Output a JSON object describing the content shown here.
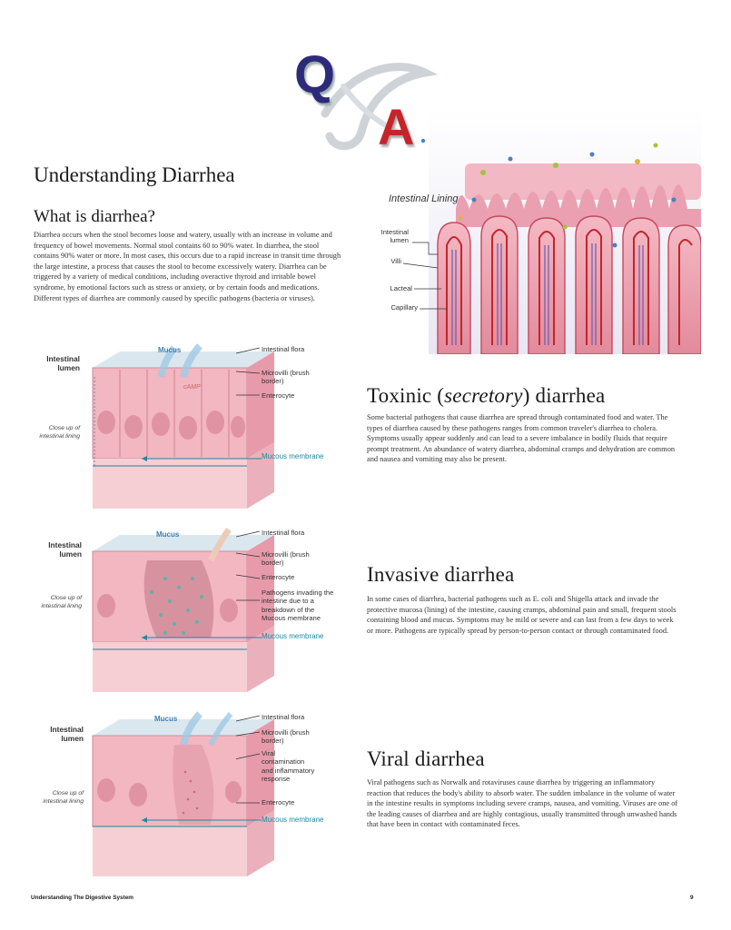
{
  "logo": {
    "letter_q": "Q",
    "letter_a": "A",
    "q_color": "#2e2a7a",
    "a_color": "#c4252b"
  },
  "page_title": "Understanding Diarrhea",
  "what_is": {
    "heading": "What is diarrhea?",
    "body": "Diarrhea occurs when the stool becomes loose and watery, usually with an increase in volume and frequency of bowel movements. Normal stool contains 60 to 90% water. In diarrhea, the stool contains 90% water or more. In most cases, this occurs due to a rapid increase in transit time through the large intestine, a process that causes the stool to become excessively watery. Diarrhea can be triggered by a variety of medical conditions, including overactive thyroid and irritable bowel syndrome, by emotional factors such as stress or anxiety, or by certain foods and medications. Different types of diarrhea are commonly caused by specific pathogens (bacteria or viruses)."
  },
  "lining_figure": {
    "title": "Intestinal Lining",
    "labels": [
      "Intestinal lumen",
      "Villi",
      "Lacteal",
      "Capillary"
    ]
  },
  "diagram1": {
    "mucus": "Mucus",
    "left_title": "Intestinal lumen",
    "left_sub": "Close up of intestinal lining",
    "labels": [
      "Intestinal flora",
      "Microvilli (brush border)",
      "Enterocyte"
    ],
    "teal_label": "Mucous membrane",
    "camp": "cAMP"
  },
  "toxinic": {
    "heading_pre": "Toxinic (",
    "heading_italic": "secretory",
    "heading_post": ") diarrhea",
    "body": "Some bacterial pathogens that cause diarrhea are spread through contaminated food and water. The types of diarrhea caused by these pathogens ranges from common traveler's diarrhea to cholera. Symptoms usually appear suddenly and can lead to a severe imbalance in bodily fluids that require prompt treatment. An abundance of watery diarrhea, abdominal cramps and dehydration are common and nausea and vomiting may also be present."
  },
  "diagram2": {
    "mucus": "Mucus",
    "left_title": "Intestinal lumen",
    "left_sub": "Close up of intestinal lining",
    "labels": [
      "Intestinal flora",
      "Microvilli (brush border)",
      "Enterocyte",
      "Pathogens invading the intestine due to a breakdown of the Mucous membrane"
    ],
    "teal_label": "Mucous membrane"
  },
  "invasive": {
    "heading": "Invasive diarrhea",
    "body": "In some cases of diarrhea, bacterial pathogens such as E. coli and Shigella attack and invade the protective mucosa (lining) of the intestine, causing cramps, abdominal pain and small, frequent stools containing blood and mucus. Symptoms may be mild or severe and can last from a few days to week or more. Pathogens are typically spread by person-to-person contact or through contaminated food."
  },
  "diagram3": {
    "mucus": "Mucus",
    "left_title": "Intestinal lumen",
    "left_sub": "Close up of intestinal lining",
    "labels": [
      "Intestinal flora",
      "Microvilli (brush border)",
      "Viral contamination and inflammatory response",
      "Enterocyte"
    ],
    "teal_label": "Mucous membrane"
  },
  "viral": {
    "heading": "Viral diarrhea",
    "body": "Viral pathogens such as Norwalk and rotaviruses cause diarrhea by triggering an inflammatory reaction that reduces the body's ability to absorb water. The sudden imbalance in the volume of water in the intestine results in symptoms including severe cramps, nausea, and vomiting. Viruses are one of the leading causes of diarrhea and are highly contagious, usually transmitted through unwashed hands that have been in contact with contaminated feces."
  },
  "footer": {
    "left": "Understanding The Digestive System",
    "page_number": "9"
  }
}
